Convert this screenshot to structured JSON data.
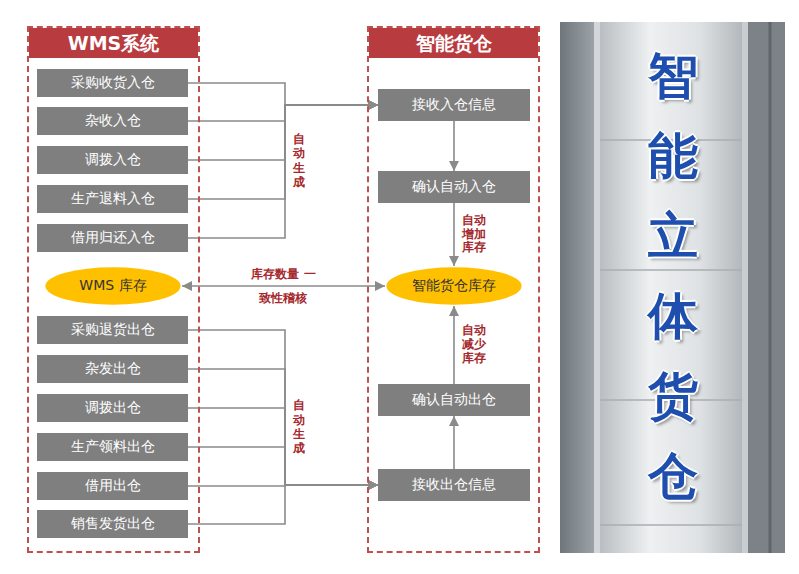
{
  "diagram": {
    "nodes": [
      {
        "text": [
          "WMS系统"
        ]
      },
      {
        "text": [
          "采购收货入仓"
        ],
        "in": 0
      },
      {
        "text": [
          "杂收入仓"
        ],
        "in": 0
      },
      {
        "text": [
          "调拨入仓"
        ],
        "in": 0
      },
      {
        "text": [
          "生产退料入仓"
        ],
        "in": 0
      },
      {
        "text": [
          "借用归还入仓"
        ],
        "in": 0
      },
      {
        "text": [
          "WMS 库存"
        ],
        "in": 0
      },
      {
        "text": [
          "采购退货出仓"
        ],
        "in": 0
      },
      {
        "text": [
          "杂发出仓"
        ],
        "in": 0
      },
      {
        "text": [
          "调拨出仓"
        ],
        "in": 0
      },
      {
        "text": [
          "生产领料出仓"
        ],
        "in": 0
      },
      {
        "text": [
          "借用出仓"
        ],
        "in": 0
      },
      {
        "text": [
          "销售发货出仓"
        ],
        "in": 0
      },
      {
        "text": [
          "智能货仓"
        ]
      },
      {
        "text": [
          "接收入仓信息"
        ],
        "in": 13
      },
      {
        "text": [
          "确认自动入仓"
        ],
        "in": 13
      },
      {
        "text": [
          "智能货仓库存"
        ],
        "in": 13
      },
      {
        "text": [
          "确认自动出仓"
        ],
        "in": 13
      },
      {
        "text": [
          "接收出仓信息"
        ],
        "in": 13
      }
    ],
    "edges": [
      {
        "from": 1,
        "to": 14,
        "arrow": "to"
      },
      {
        "from": 2,
        "to": 14,
        "arrow": "to"
      },
      {
        "from": 3,
        "to": 14,
        "arrow": "to",
        "label": "自动生成"
      },
      {
        "from": 4,
        "to": 14,
        "arrow": "to"
      },
      {
        "from": 5,
        "to": 14,
        "arrow": "to"
      },
      {
        "from": 14,
        "to": 15,
        "arrow": "to"
      },
      {
        "from": 15,
        "to": 16,
        "arrow": "to",
        "label": "自动增加库存"
      },
      {
        "from": 6,
        "to": 16,
        "arrow": "both",
        "label": "库存数量 一致性稽核"
      },
      {
        "from": 7,
        "to": 18,
        "arrow": "to"
      },
      {
        "from": 8,
        "to": 18,
        "arrow": "to"
      },
      {
        "from": 9,
        "to": 18,
        "arrow": "to"
      },
      {
        "from": 10,
        "to": 18,
        "arrow": "to",
        "label": "自动生成"
      },
      {
        "from": 11,
        "to": 18,
        "arrow": "to"
      },
      {
        "from": 12,
        "to": 18,
        "arrow": "to"
      },
      {
        "from": 18,
        "to": 17,
        "arrow": "to"
      },
      {
        "from": 17,
        "to": 16,
        "arrow": "to",
        "label": "自动减少库存"
      }
    ],
    "labels": [
      "智能立体货仓"
    ]
  }
}
